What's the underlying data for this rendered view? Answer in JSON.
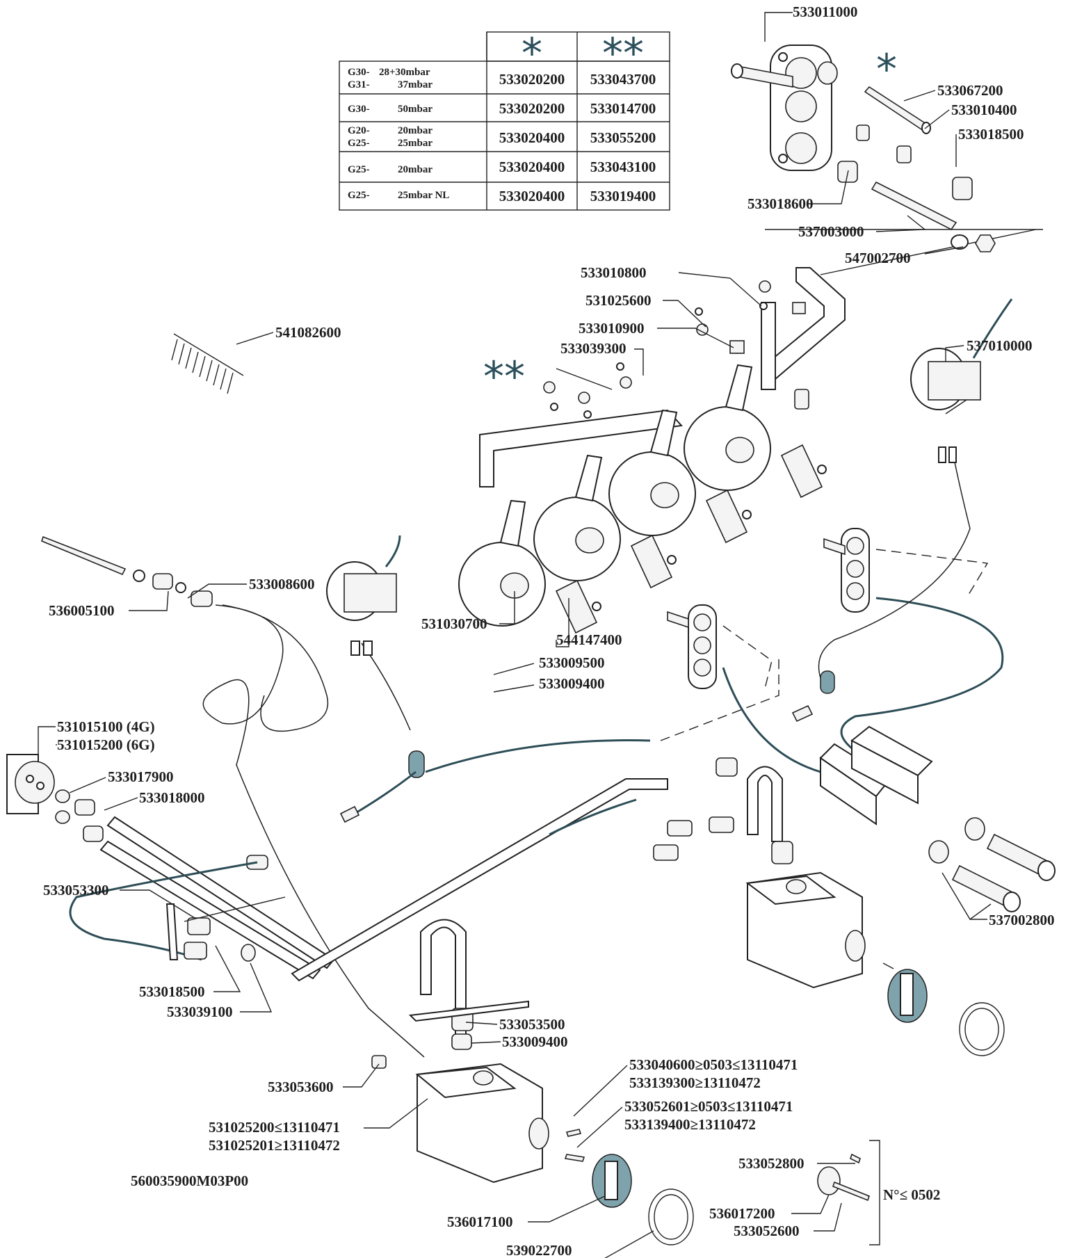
{
  "document_code": "560035900M03P00",
  "star_single": "*",
  "star_double": "**",
  "table": {
    "headers": [
      "*",
      "**"
    ],
    "rows": [
      {
        "gas1": "G30-",
        "spec1": "28+30mbar",
        "gas2": "G31-",
        "spec2": "37mbar",
        "a": "533020200",
        "b": "533043700"
      },
      {
        "gas1": "G30-",
        "spec1": "50mbar",
        "gas2": "",
        "spec2": "",
        "a": "533020200",
        "b": "533014700"
      },
      {
        "gas1": "G20-",
        "spec1": "20mbar",
        "gas2": "G25-",
        "spec2": "25mbar",
        "a": "533020400",
        "b": "533055200"
      },
      {
        "gas1": "G25-",
        "spec1": "20mbar",
        "gas2": "",
        "spec2": "",
        "a": "533020400",
        "b": "533043100"
      },
      {
        "gas1": "G25-",
        "spec1": "25mbar NL",
        "gas2": "",
        "spec2": "",
        "a": "533020400",
        "b": "533019400"
      }
    ]
  },
  "labels": {
    "p533011000": "533011000",
    "p533067200": "533067200",
    "p533010400": "533010400",
    "p533018500a": "533018500",
    "p533018600": "533018600",
    "p537003000": "537003000",
    "p547002700": "547002700",
    "p533010800": "533010800",
    "p531025600": "531025600",
    "p533010900": "533010900",
    "p533039300": "533039300",
    "p541082600": "541082600",
    "p537010000": "537010000",
    "p533008600": "533008600",
    "p536005100": "536005100",
    "p531030700": "531030700",
    "p544147400": "544147400",
    "p533009500": "533009500",
    "p533009400a": "533009400",
    "p531015100": "531015100 (4G)",
    "p531015200": "531015200 (6G)",
    "p533017900": "533017900",
    "p533018000": "533018000",
    "p533053300": "533053300",
    "p533018500b": "533018500",
    "p533039100": "533039100",
    "p537002800": "537002800",
    "p533053500": "533053500",
    "p533009400b": "533009400",
    "p533053600": "533053600",
    "p533040600": "533040600≥0503≤13110471",
    "p533139300": "533139300≥13110472",
    "p533052601": "533052601≥0503≤13110471",
    "p533139400": "533139400≥13110472",
    "p531025200": "531025200≤13110471",
    "p531025201": "531025201≥13110472",
    "p533052800": "533052800",
    "p536017200": "536017200",
    "p533052600": "533052600",
    "p536017100": "536017100",
    "p539022700": "539022700",
    "serial_note": "N°≤ 0502"
  }
}
